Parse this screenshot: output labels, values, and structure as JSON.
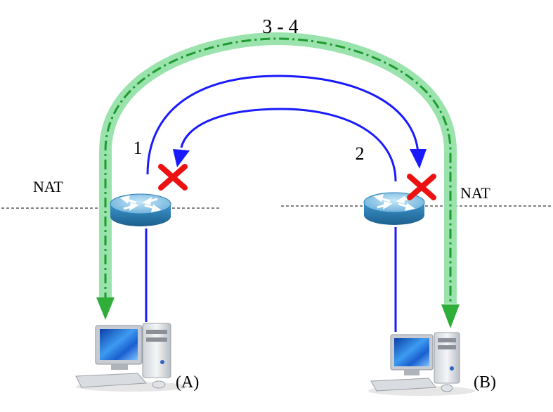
{
  "labels": {
    "top_path": "3 - 4",
    "path_1": "1",
    "path_2": "2",
    "nat_left": "NAT",
    "nat_right": "NAT",
    "host_a": "(A)",
    "host_b": "(B)"
  },
  "colors": {
    "relay_band": "#9be3ad",
    "relay_dash": "#1e9b2e",
    "relay_arrow": "#2fae3a",
    "direct_path": "#1a1aff",
    "blocked_mark": "#ee1111",
    "router_top": "#8fc6e4",
    "router_side": "#2a7fb4",
    "monitor_screen": "#1e6fd9"
  },
  "icons": [
    "router-icon",
    "blocked-x-icon",
    "computer-icon"
  ]
}
